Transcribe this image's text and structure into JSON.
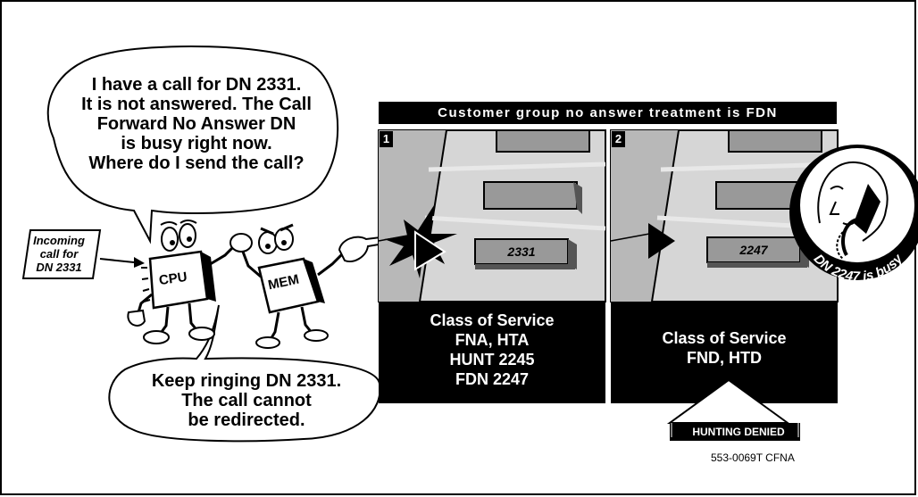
{
  "cpu_bubble": {
    "lines": [
      "I have a call for DN 2331.",
      "It is not answered. The Call",
      "Forward No Answer DN",
      "is busy right now.",
      "Where do I send the call?"
    ]
  },
  "incoming_box": {
    "lines": [
      "Incoming",
      "call for",
      "DN 2331"
    ]
  },
  "cpu_label": "CPU",
  "mem_label": "MEM",
  "mem_bubble": {
    "lines": [
      "Keep ringing DN 2331.",
      "The call cannot",
      "be redirected."
    ]
  },
  "banner": "Customer group no answer treatment is FDN",
  "panel1": {
    "number": "1",
    "key_label": "2331",
    "cos_lines": [
      "Class of Service",
      "FNA, HTA",
      "HUNT 2245",
      "FDN 2247"
    ]
  },
  "panel2": {
    "number": "2",
    "key_label": "2247",
    "cos_lines": [
      "Class of Service",
      "FND,  HTD"
    ]
  },
  "busy_badge": "DN 2247 is busy",
  "hunting_label": "HUNTING DENIED",
  "reference": "553-0069T CFNA"
}
